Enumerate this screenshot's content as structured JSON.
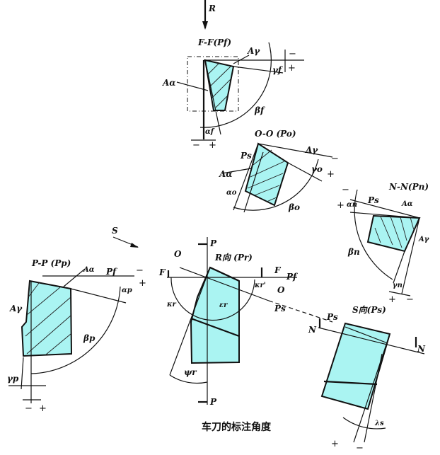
{
  "caption": "车刀的标注角度",
  "colors": {
    "tool_fill": "#aaf4f2",
    "line": "#111111"
  },
  "views": {
    "ff": {
      "direction": "R",
      "title": "F-F(Pf)",
      "a_gamma": "Aγ",
      "a_alpha": "Aα",
      "gamma": "γf",
      "beta": "βf",
      "alpha": "αf",
      "minus": "−",
      "plus": "+"
    },
    "oo": {
      "title": "O-O (Po)",
      "ps": "Ps",
      "a_gamma": "Aγ",
      "a_alpha": "Aα",
      "gamma": "γo",
      "alpha": "αo",
      "beta": "βo",
      "minus": "−",
      "plus": "+"
    },
    "nn": {
      "title": "N-N(Pn)",
      "ps": "Ps",
      "a_alpha": "Aα",
      "a_gamma": "Aγ",
      "alpha": "αn",
      "beta": "βn",
      "gamma": "γn",
      "minus": "−",
      "plus": "+"
    },
    "pp": {
      "direction": "S",
      "title": "P-P (Pp)",
      "a_alpha": "Aα",
      "pf": "Pf",
      "a_gamma": "Aγ",
      "alpha": "αp",
      "beta": "βp",
      "gamma": "γp",
      "minus": "−",
      "plus": "+"
    },
    "r": {
      "title": "R向 (Pr)",
      "p": "P",
      "o": "O",
      "f": "F",
      "pf": "Pf",
      "ps": "Ps",
      "kappa_r_prime": "κr'",
      "kappa_r": "κr",
      "epsilon_r": "εr",
      "psi_r": "ψr"
    },
    "s": {
      "title": "S向(Ps)",
      "ps": "Ps",
      "n": "N",
      "lambda": "λs",
      "minus": "−",
      "plus": "+"
    }
  }
}
